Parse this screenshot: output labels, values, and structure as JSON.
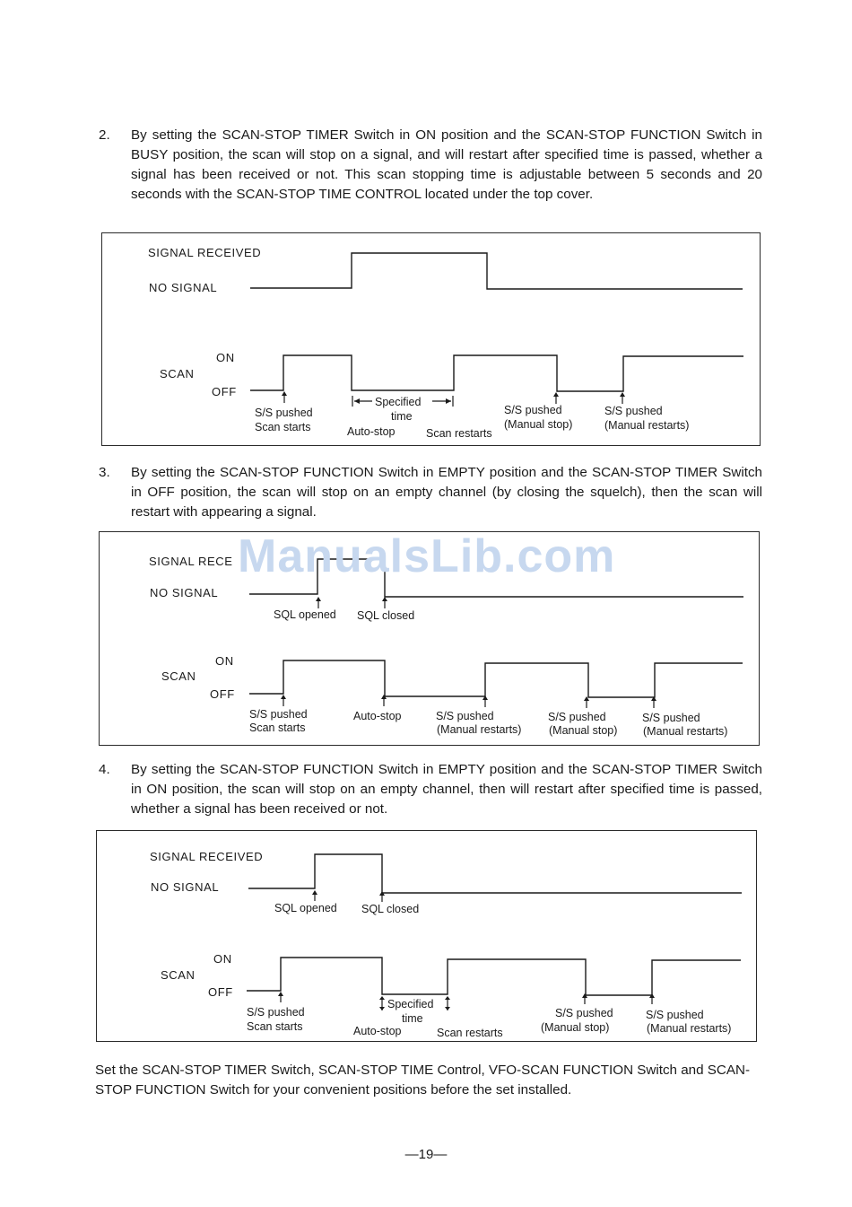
{
  "items": [
    {
      "number": "2.",
      "text": "By setting the SCAN-STOP TIMER Switch in ON position and the SCAN-STOP FUNCTION Switch in BUSY position, the scan will stop on a signal, and will restart after specified time is passed, whether a signal has been received or not. This scan stopping time is adjustable between 5 seconds and 20 seconds with the SCAN-STOP TIME CONTROL located under the top cover."
    },
    {
      "number": "3.",
      "text": "By setting the SCAN-STOP FUNCTION Switch in EMPTY position and the SCAN-STOP TIMER Switch in OFF position, the scan will stop on an empty channel (by closing the squelch), then the scan will restart with appearing a signal."
    },
    {
      "number": "4.",
      "text": "By setting the SCAN-STOP FUNCTION Switch in EMPTY position and the SCAN-STOP TIMER Switch in ON position, the scan will stop on an empty channel, then will restart after specified time is passed, whether a signal has been received or not."
    }
  ],
  "diagrams": {
    "d1": {
      "signal_received": "SIGNAL RECEIVED",
      "no_signal": "NO SIGNAL",
      "scan": "SCAN",
      "on": "ON",
      "off": "OFF",
      "c1a": "S/S pushed",
      "c1b": "Scan starts",
      "specified": "Specified",
      "time": "time",
      "autostop": "Auto-stop",
      "scan_restarts": "Scan restarts",
      "c4a": "S/S pushed",
      "c4b": "(Manual stop)",
      "c5a": "S/S pushed",
      "c5b": "(Manual restarts)"
    },
    "d2": {
      "signal_received": "SIGNAL RECE",
      "no_signal": "NO SIGNAL",
      "sql_opened": "SQL opened",
      "sql_closed": "SQL closed",
      "scan": "SCAN",
      "on": "ON",
      "off": "OFF",
      "c1a": "S/S pushed",
      "c1b": "Scan starts",
      "autostop": "Auto-stop",
      "c3a": "S/S pushed",
      "c3b": "(Manual restarts)",
      "c4a": "S/S pushed",
      "c4b": "(Manual stop)",
      "c5a": "S/S pushed",
      "c5b": "(Manual restarts)"
    },
    "d3": {
      "signal_received": "SIGNAL RECEIVED",
      "no_signal": "NO SIGNAL",
      "sql_opened": "SQL opened",
      "sql_closed": "SQL closed",
      "scan": "SCAN",
      "on": "ON",
      "off": "OFF",
      "c1a": "S/S pushed",
      "c1b": "Scan starts",
      "specified": "Specified",
      "time": "time",
      "autostop": "Auto-stop",
      "scan_restarts": "Scan restarts",
      "c4a": "S/S pushed",
      "c4b": "(Manual stop)",
      "c5a": "S/S pushed",
      "c5b": "(Manual restarts)"
    }
  },
  "closing": "Set the SCAN-STOP TIMER Switch, SCAN-STOP TIME Control, VFO-SCAN FUNCTION Switch and SCAN-STOP FUNCTION Switch for your convenient positions before the set installed.",
  "watermark": "ManualsLib.com",
  "page_number": "—19—"
}
